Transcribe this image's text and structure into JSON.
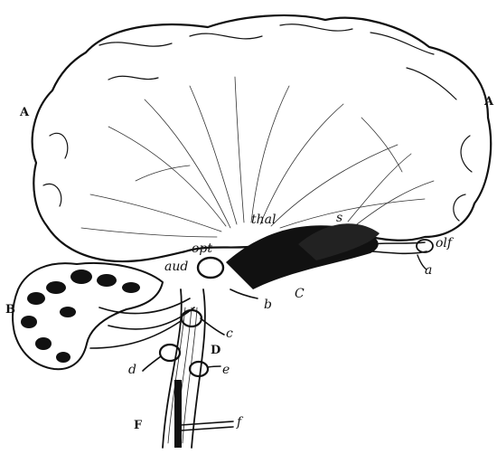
{
  "figure": {
    "labels": {
      "A_left": "A",
      "A_right": "A",
      "B": "B",
      "C": "C",
      "D": "D",
      "F": "F",
      "a": "a",
      "b": "b",
      "c": "c",
      "d": "d",
      "e": "e",
      "f": "f",
      "opt": "opt",
      "aud": "aud",
      "thal": "thal",
      "s": "s",
      "olf": "olf"
    }
  }
}
